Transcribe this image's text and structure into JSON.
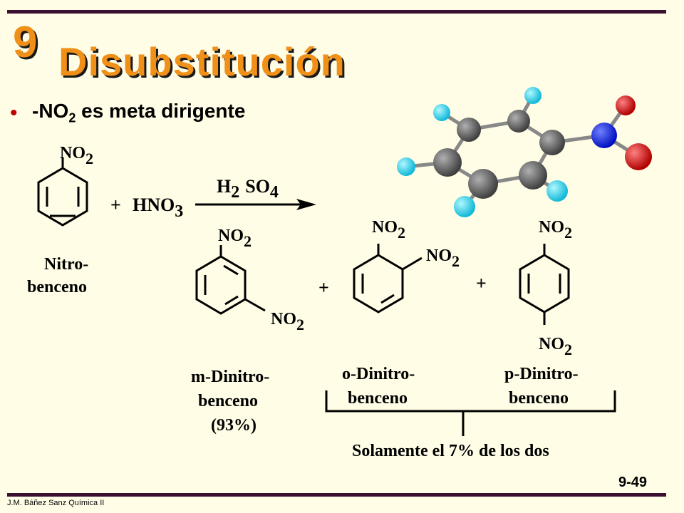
{
  "slide": {
    "chapter_number": "9",
    "title": "Disubstitución",
    "bullet_prefix": "-NO",
    "bullet_sub": "2",
    "bullet_suffix": " es meta dirigente",
    "footer_left": "J.M. Báñez Sanz Química II",
    "slide_number": "9-49"
  },
  "reaction": {
    "substituent": "NO",
    "sub2": "2",
    "reactant_label_1": "Nitro-",
    "reactant_label_2": "benceno",
    "plus": "+",
    "reagent": "HNO",
    "reagent_sub": "3",
    "catalyst_h": "H",
    "catalyst_h_sub": "2",
    "catalyst_so": "SO",
    "catalyst_so_sub": "4"
  },
  "products": {
    "meta_line1": "m-Dinitro-",
    "meta_line2": "benceno",
    "meta_yield": "(93%)",
    "ortho_line1": "o-Dinitro-",
    "ortho_line2": "benceno",
    "para_line1": "p-Dinitro-",
    "para_line2": "benceno",
    "note": "Solamente el 7% de los dos"
  },
  "colors": {
    "title": "#f09018",
    "carbon": "#606060",
    "hydrogen": "#20d8f0",
    "nitrogen": "#1020f0",
    "oxygen": "#e01010",
    "rule": "#3a1030"
  }
}
